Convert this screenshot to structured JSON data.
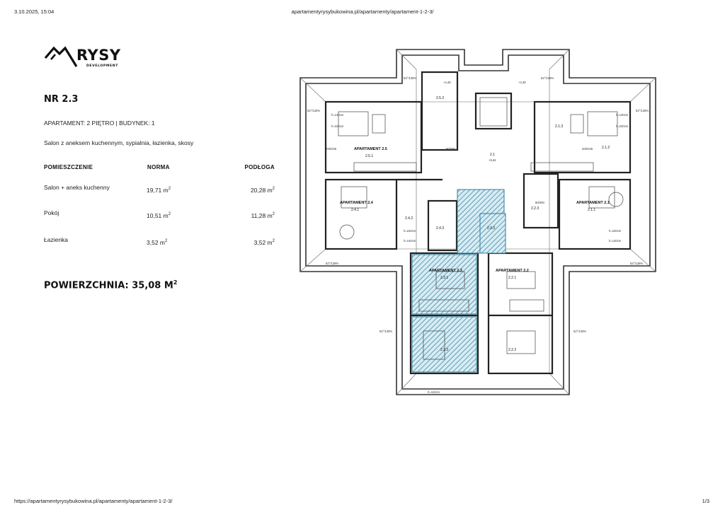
{
  "header": {
    "datetime": "3.10.2025, 15:04",
    "url": "apartamentyrysybukowina.pl/apartamenty/apartament-1-2-3/"
  },
  "footer": {
    "url": "https://apartamentyrysybukowina.pl/apartamenty/apartament-1-2-3/",
    "page": "1/3"
  },
  "logo": {
    "name": "RYSY",
    "sub": "DEVELOPMENT"
  },
  "apartment": {
    "number": "NR 2.3",
    "floor_building": "APARTAMENT: 2 PIĘTRO | BUDYNEK: 1",
    "description": "Salon z aneksem kuchennym, sypialnia, łazienka, skosy"
  },
  "table": {
    "headers": {
      "room": "POMIESZCZENIE",
      "norm": "NORMA",
      "floor": "PODŁOGA"
    },
    "rows": [
      {
        "room": "Salon + aneks kuchenny",
        "norm": "19,71 m",
        "floor": "20,28 m"
      },
      {
        "room": "Pokój",
        "norm": "10,51 m",
        "floor": "11,28 m"
      },
      {
        "room": "Łazienka",
        "norm": "3,52 m",
        "floor": "3,52 m"
      }
    ],
    "unit_exponent": "2"
  },
  "total": {
    "label": "POWIERZCHNIA: 35,08 M",
    "exponent": "2"
  },
  "plan": {
    "highlight_color": "#2f7d9c",
    "apartment_labels": [
      "APARTAMENT 2.5",
      "APARTAMENT 2.4",
      "APARTAMENT 2.3",
      "APARTAMENT 2.2",
      "APARTAMENT 2.1"
    ],
    "room_labels": [
      "2.5.1",
      "2.5.2",
      "2.4.1",
      "2.4.2",
      "2.4.3",
      "2.3.1",
      "2.3.2",
      "2.3.3",
      "2.2.1",
      "2.2.2",
      "2.2.3",
      "2.1.1",
      "2.1.2",
      "2.1.3",
      "2.1"
    ],
    "dimension_labels": [
      "h=140cm",
      "h=220cm",
      "h=110cm",
      "+4,48",
      "+3,48",
      "+5,64",
      "90/200",
      "80/200",
      "200/225",
      "52°/128%"
    ]
  }
}
